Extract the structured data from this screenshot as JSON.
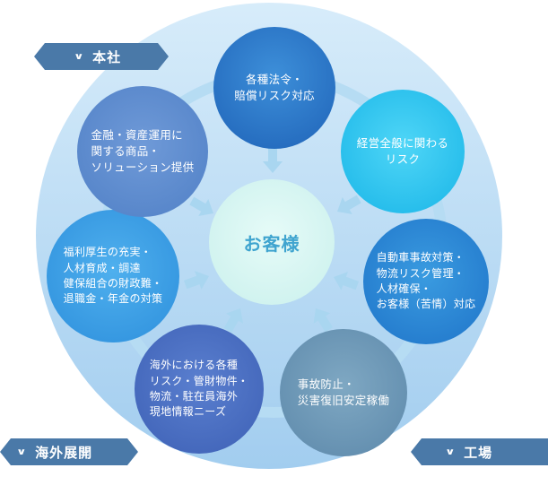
{
  "center": {
    "label": "お客様",
    "color": "#d9f7f4",
    "text_color": "#3fa4cf"
  },
  "nodes": [
    {
      "id": "legal",
      "label": "各種法令・\n賠償リスク対応"
    },
    {
      "id": "management",
      "label": "経営全般に関わる\nリスク"
    },
    {
      "id": "auto",
      "label": "自動車事故対策・\n物流リスク管理・\n人材確保・\nお客様（苦情）対応"
    },
    {
      "id": "prevention",
      "label": "事故防止・\n災害復旧安定稼働"
    },
    {
      "id": "overseas",
      "label": "海外における各種\nリスク・管財物件・\n物流・駐在員海外\n現地情報ニーズ"
    },
    {
      "id": "welfare",
      "label": "福利厚生の充実・\n人材育成・調達\n健保組合の財政難・\n退職金・年金の対策"
    },
    {
      "id": "finance",
      "label": "金融・資産運用に\n関する商品・\nソリューション提供"
    }
  ],
  "tags": {
    "head_office": "本社",
    "overseas": "海外展開",
    "factory": "工場"
  },
  "colors": {
    "ring": "#a9d6f0",
    "tag": "#4a79a8",
    "arrow": "#a9d6f0"
  }
}
